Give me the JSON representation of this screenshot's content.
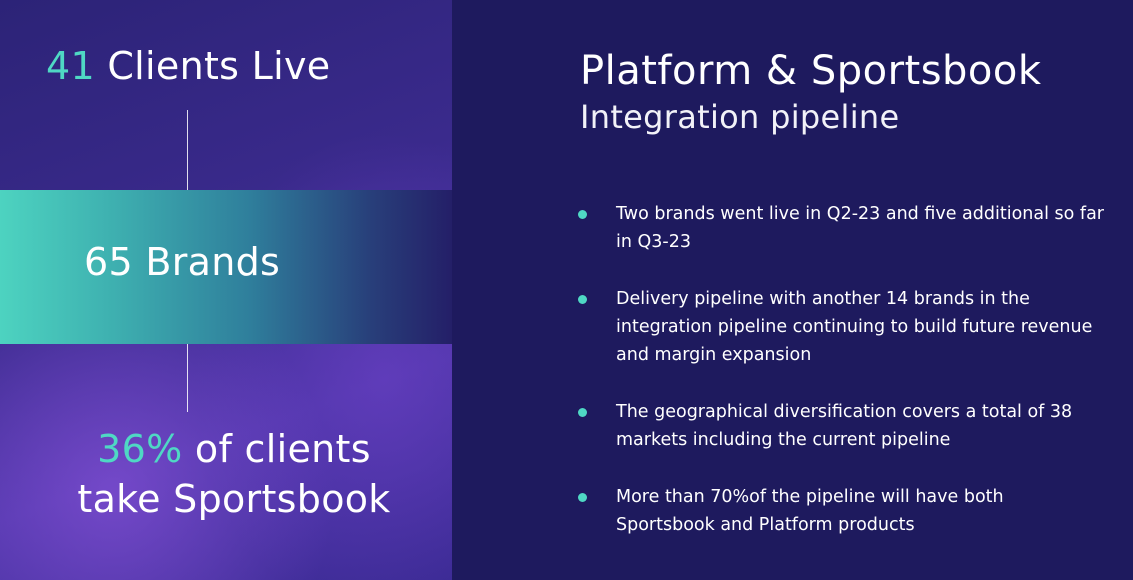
{
  "left": {
    "clients": {
      "number": "41",
      "label": " Clients Live"
    },
    "brands": "65 Brands",
    "sportsbook": {
      "percent": "36%",
      "line1_rest": " of clients",
      "line2": "take Sportsbook"
    }
  },
  "right": {
    "title": "Platform & Sportsbook",
    "subtitle": "Integration pipeline",
    "bullets": [
      {
        "text": "Two brands went live in Q2-23 and five additional so far in Q3-23"
      },
      {
        "text": "Delivery pipeline with another 14 brands in the integration pipeline continuing to build future revenue and margin expansion"
      },
      {
        "text": "The geographical diversification covers a total of 38 markets including the current pipeline"
      },
      {
        "text": "More than 70%of the pipeline will have both Sportsbook and Platform products"
      }
    ]
  },
  "colors": {
    "accent": "#4fd8c4",
    "background": "#1e1a5e",
    "band_start": "#4dd3c0"
  }
}
